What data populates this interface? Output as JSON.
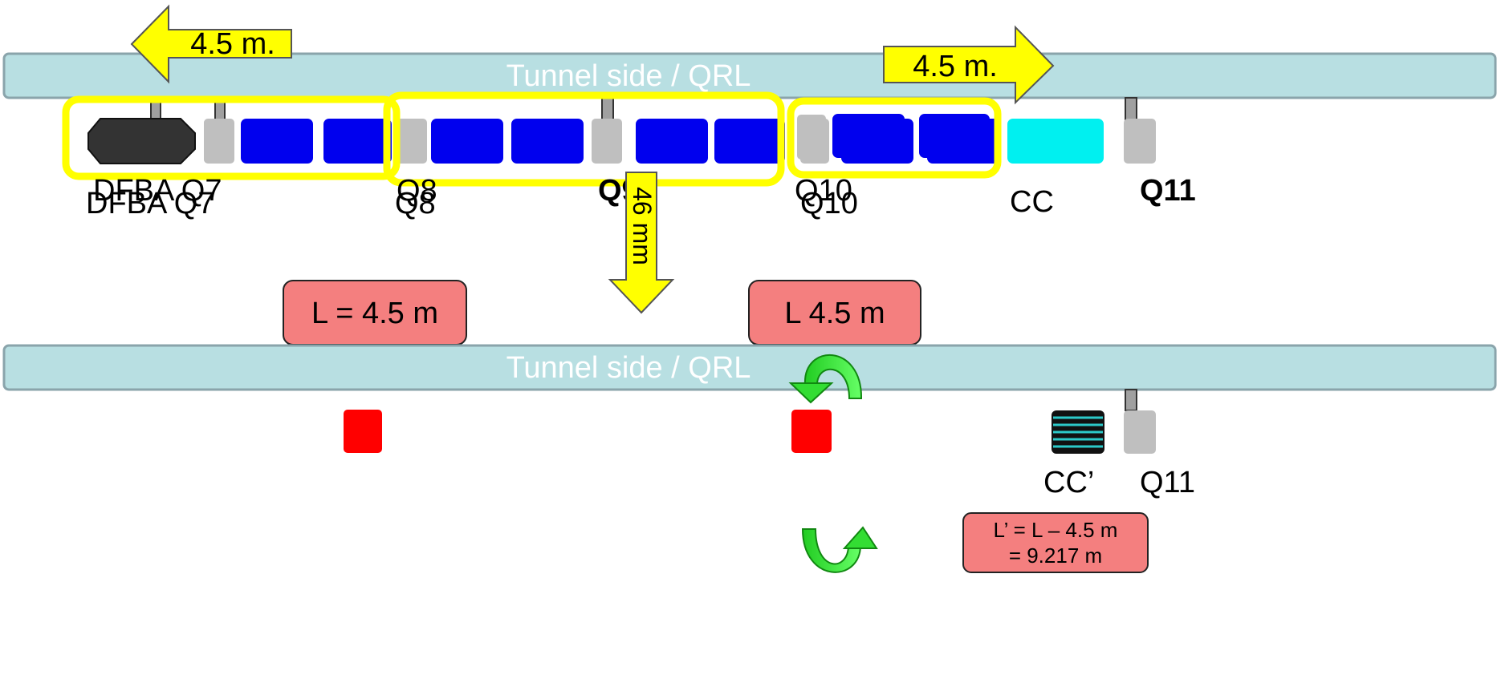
{
  "top_row": {
    "tunnel_label": "Tunnel side / QRL",
    "arrow_left_label": "4.5 m.",
    "arrow_right_label": "4.5 m.",
    "shift_label": "46 mm",
    "labels": {
      "dfba_q7_a": "DFBA Q7",
      "dfba_q7_b": "DFBA Q7",
      "q8_a": "Q8",
      "q8_b": "Q8",
      "q9": "Q9",
      "q10_a": "Q10",
      "q10_b": "Q10",
      "cc": "CC",
      "q11": "Q11"
    }
  },
  "bottom_row": {
    "tunnel_label": "Tunnel side / QRL",
    "box_left": "L = 4.5 m",
    "box_right": "L  4.5 m",
    "cc_prime": "CC’",
    "q11": "Q11",
    "formula_line1": "L’ = L – 4.5 m",
    "formula_line2": "=  9.217 m"
  },
  "colors": {
    "tunnel_fill": "#b8dfe2",
    "tunnel_stroke": "#8aa4ab",
    "dipole": "#0000ee",
    "quadrupole": "#bfbfbf",
    "dfba": "#333333",
    "crab_cavity": "#00f0f0",
    "highlight": "#ffff00",
    "arrow_fill": "#ffff00",
    "box_fill": "#f47f7f",
    "red_block": "#ff0000",
    "rotate_arrow": "#33dd33"
  },
  "icons": [
    "dfba-icon",
    "quadrupole-icon",
    "dipole-icon",
    "crab-cavity-icon",
    "rotate-arrow-icon"
  ]
}
